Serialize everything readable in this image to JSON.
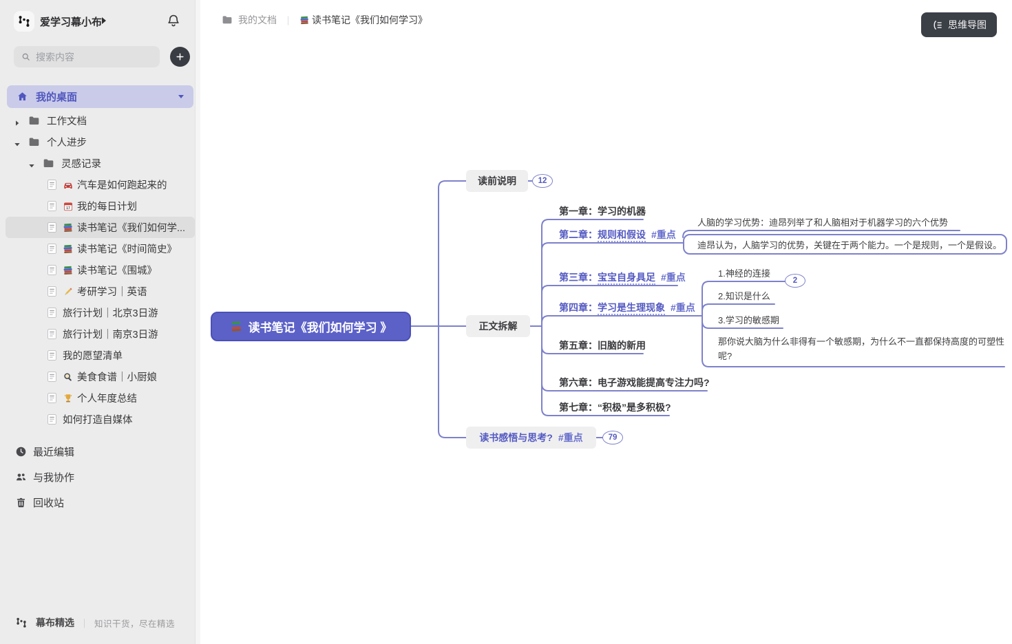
{
  "colors": {
    "accent": "#5157be",
    "accent-bg": "#c9cbe9",
    "line": "#7d81cb",
    "purple-text": "#545ac2",
    "root-fill": "#5c61c8",
    "root-border": "#4b50b6",
    "sidebar-bg": "#ececec",
    "node-bg": "#efeff0",
    "dark-btn": "#3b3f46"
  },
  "sidebar": {
    "workspace_name": "爱学习幕小布",
    "search_placeholder": "搜索内容",
    "desktop_label": "我的桌面",
    "tree": [
      {
        "label": "工作文档",
        "type": "folder",
        "depth": 0,
        "caret": "right"
      },
      {
        "label": "个人进步",
        "type": "folder",
        "depth": 0,
        "caret": "down"
      },
      {
        "label": "灵感记录",
        "type": "folder",
        "depth": 1,
        "caret": "down"
      },
      {
        "label": "汽车是如何跑起来的",
        "type": "doc",
        "emoji": "car-icon"
      },
      {
        "label": "我的每日计划",
        "type": "doc",
        "emoji": "calendar-icon"
      },
      {
        "label": "读书笔记《我们如何学...",
        "type": "doc",
        "emoji": "books-icon",
        "selected": true
      },
      {
        "label": "读书笔记《时间简史》",
        "type": "doc",
        "emoji": "books-icon"
      },
      {
        "label": "读书笔记《围城》",
        "type": "doc",
        "emoji": "books-icon"
      },
      {
        "label": "考研学习｜英语",
        "type": "doc",
        "emoji": "pencil-icon"
      },
      {
        "label": "旅行计划｜北京3日游",
        "type": "doc"
      },
      {
        "label": "旅行计划｜南京3日游",
        "type": "doc"
      },
      {
        "label": "我的愿望清单",
        "type": "doc"
      },
      {
        "label": "美食食谱｜小厨娘",
        "type": "doc",
        "emoji": "magnifier-icon"
      },
      {
        "label": "个人年度总结",
        "type": "doc",
        "emoji": "trophy-icon"
      },
      {
        "label": "如何打造自媒体",
        "type": "doc"
      }
    ],
    "nav": [
      {
        "label": "最近编辑",
        "icon": "clock-icon"
      },
      {
        "label": "与我协作",
        "icon": "people-icon"
      },
      {
        "label": "回收站",
        "icon": "trash-icon"
      }
    ],
    "footer": {
      "brand": "幕布精选",
      "separator": "｜",
      "tagline": "知识干货，尽在精选"
    }
  },
  "header": {
    "breadcrumb_root": "我的文档",
    "breadcrumb_separator": "｜",
    "breadcrumb_current": "读书笔记《我们如何学习》",
    "mindmap_button": "思维导图"
  },
  "mindmap": {
    "root": {
      "label": "读书笔记《我们如何学习 》"
    },
    "nodes": {
      "pre": {
        "label": "读前说明",
        "badge": "12"
      },
      "body": {
        "label": "正文拆解"
      },
      "thoughts": {
        "label": "读书感悟与思考?",
        "tag": "#重点",
        "badge": "79"
      },
      "ch1": {
        "label": "第一章：学习的机器"
      },
      "ch2": {
        "pre": "第二章：",
        "mark": "规则和假设",
        "tag": "#重点"
      },
      "ch3": {
        "pre": "第三章：",
        "mark": "宝宝自身具足",
        "tag": "#重点"
      },
      "ch4": {
        "pre": "第四章：",
        "mark": "学习是生理现象",
        "tag": "#重点"
      },
      "ch5": {
        "label": "第五章：旧脑的新用"
      },
      "ch6": {
        "label": "第六章：电子游戏能提高专注力吗?"
      },
      "ch7": {
        "label": "第七章：“积极”是多积极?"
      },
      "ch2c1": {
        "label": "人脑的学习优势：迪昂列举了和人脑相对于机器学习的六个优势"
      },
      "ch2c2": {
        "label": "迪昂认为，人脑学习的优势，关键在于两个能力。一个是规则，一个是假设。"
      },
      "ch4c1": {
        "label": "1.神经的连接",
        "badge": "2"
      },
      "ch4c2": {
        "label": "2.知识是什么"
      },
      "ch4c3": {
        "label": "3.学习的敏感期"
      },
      "ch4c4": {
        "label": "那你说大脑为什么非得有一个敏感期，为什么不一直都保持高度的可塑性呢?"
      }
    }
  }
}
